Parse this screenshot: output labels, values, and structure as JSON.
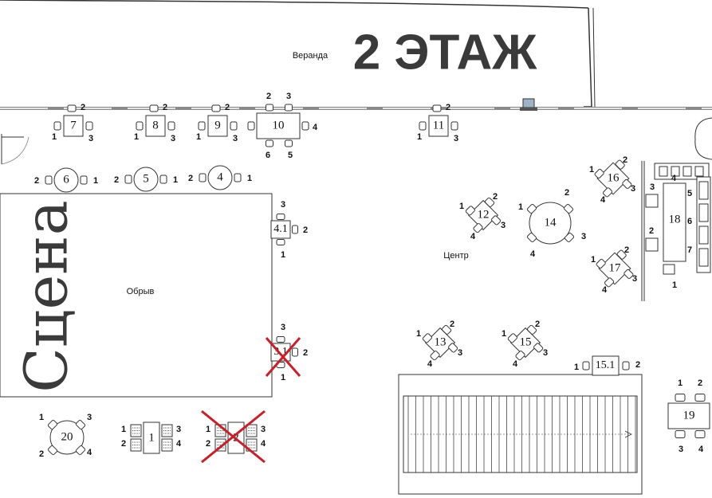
{
  "floor_title": "2 ЭТАЖ",
  "stage_label": "Сцена",
  "veranda_label": "Веранда",
  "center_label": "Центр",
  "cliff_label": "Обрыв",
  "tables": [
    {
      "id": "t1",
      "label": "1",
      "seats": [
        "1",
        "2",
        "3",
        "4"
      ],
      "crossed": false
    },
    {
      "id": "t2",
      "label": "2",
      "seats": [
        "1",
        "2",
        "3",
        "4"
      ],
      "crossed": true
    },
    {
      "id": "t3_1",
      "label": "3.1",
      "seats": [
        "3",
        "2",
        "1"
      ],
      "crossed": true
    },
    {
      "id": "t4",
      "label": "4",
      "seats": [
        "2",
        "1"
      ],
      "crossed": false
    },
    {
      "id": "t4_1",
      "label": "4.1",
      "seats": [
        "3",
        "2",
        "1"
      ],
      "crossed": false
    },
    {
      "id": "t5",
      "label": "5",
      "seats": [
        "2",
        "1"
      ],
      "crossed": false
    },
    {
      "id": "t6",
      "label": "6",
      "seats": [
        "2",
        "1"
      ],
      "crossed": false
    },
    {
      "id": "t7",
      "label": "7",
      "seats": [
        "2",
        "1",
        "3"
      ],
      "crossed": false
    },
    {
      "id": "t8",
      "label": "8",
      "seats": [
        "2",
        "1",
        "3"
      ],
      "crossed": false
    },
    {
      "id": "t9",
      "label": "9",
      "seats": [
        "2",
        "1",
        "3"
      ],
      "crossed": false
    },
    {
      "id": "t10",
      "label": "10",
      "seats": [
        "2",
        "3",
        "4",
        "6",
        "5"
      ],
      "crossed": false
    },
    {
      "id": "t11",
      "label": "11",
      "seats": [
        "2",
        "1",
        "3"
      ],
      "crossed": false
    },
    {
      "id": "t12",
      "label": "12",
      "seats": [
        "1",
        "2",
        "3",
        "4"
      ],
      "crossed": false
    },
    {
      "id": "t13",
      "label": "13",
      "seats": [
        "1",
        "2",
        "3",
        "4"
      ],
      "crossed": false
    },
    {
      "id": "t14",
      "label": "14",
      "seats": [
        "1",
        "2",
        "3",
        "4"
      ],
      "crossed": false
    },
    {
      "id": "t15",
      "label": "15",
      "seats": [
        "1",
        "2",
        "3",
        "4"
      ],
      "crossed": false
    },
    {
      "id": "t15_1",
      "label": "15.1",
      "seats": [
        "1",
        "2"
      ],
      "crossed": false
    },
    {
      "id": "t16",
      "label": "16",
      "seats": [
        "1",
        "2",
        "3",
        "4"
      ],
      "crossed": false
    },
    {
      "id": "t17",
      "label": "17",
      "seats": [
        "1",
        "2",
        "3",
        "4"
      ],
      "crossed": false
    },
    {
      "id": "t18",
      "label": "18",
      "seats": [
        "4",
        "3",
        "2",
        "1",
        "5",
        "6",
        "7"
      ],
      "crossed": false
    },
    {
      "id": "t19",
      "label": "19",
      "seats": [
        "1",
        "2",
        "3",
        "4"
      ],
      "crossed": false
    },
    {
      "id": "t20",
      "label": "20",
      "seats": [
        "1",
        "3",
        "2",
        "4"
      ],
      "crossed": false
    }
  ],
  "colors": {
    "line": "#333333",
    "text": "#111111",
    "cross": "#c8202a",
    "heading": "#3a3a3a"
  }
}
